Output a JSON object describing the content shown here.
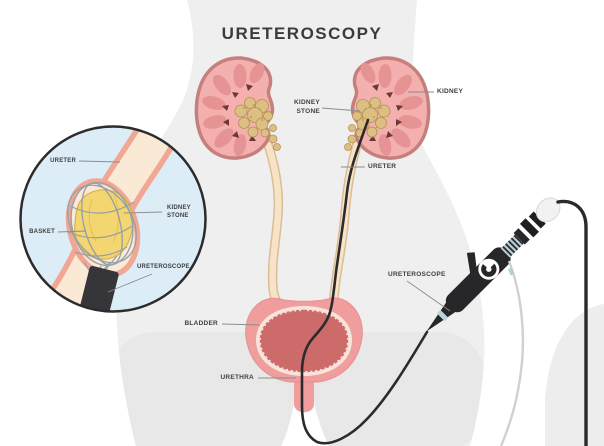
{
  "title": "URETEROSCOPY",
  "diagram_labels": {
    "kidney": "KIDNEY",
    "kidney_stone": "KIDNEY STONE",
    "ureter": "URETER",
    "ureteroscope": "URETEROSCOPE",
    "bladder": "BLADDER",
    "urethra": "URETHRA"
  },
  "inset_labels": {
    "ureter": "URETER",
    "basket": "BASKET",
    "kidney_stone": "KIDNEY STONE",
    "ureteroscope": "URETEROSCOPE"
  },
  "colors": {
    "body_silhouette": "#efefef",
    "kidney_fill": "#f3b0ae",
    "kidney_outline": "#c5807e",
    "kidney_lobe": "#e69393",
    "papilla": "#713737",
    "stone_fill_main": "#dcc083",
    "stone_fill_inset": "#f4d671",
    "ureter_fill": "#f7e4c7",
    "ureter_edge": "#dbbd97",
    "bladder_wall": "#ef9d9d",
    "bladder_lining": "#f7e3da",
    "bladder_interior": "#cd6a6a",
    "inset_background": "#dcedf7",
    "inset_vessel_wall": "#f1a794",
    "basket_wire": "#98a0a8",
    "scope_black": "#2b2b2e",
    "label_text": "#3f3f3f"
  }
}
